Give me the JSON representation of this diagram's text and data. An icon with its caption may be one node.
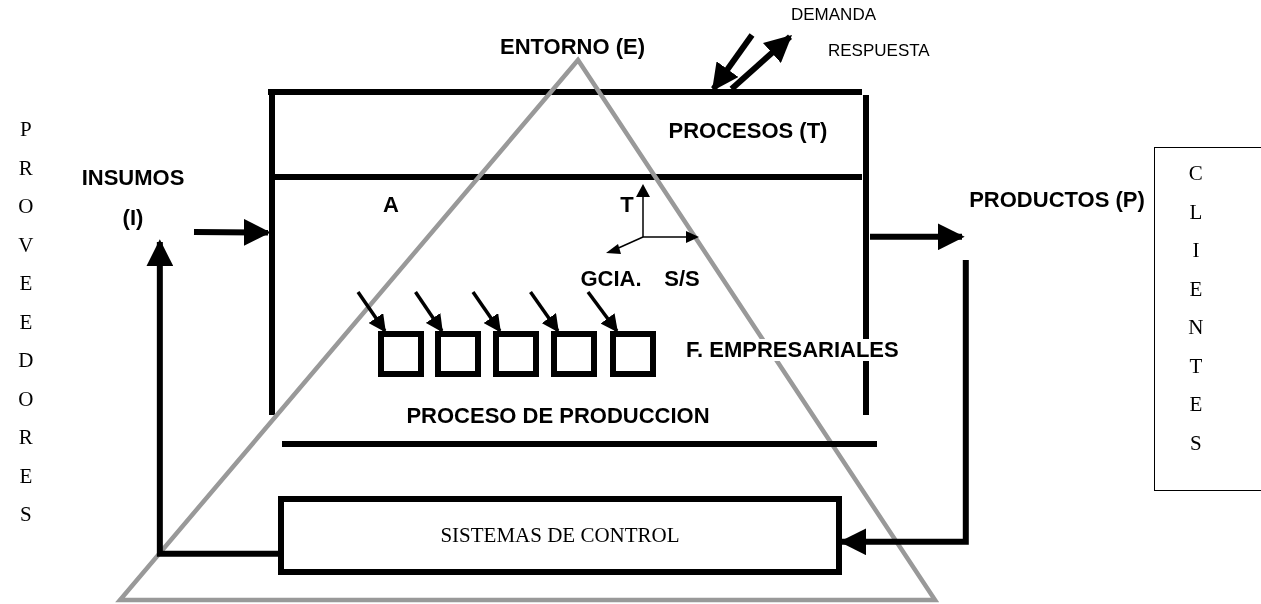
{
  "diagram": {
    "nodes": [
      {
        "text": [
          "PROVEEDORES"
        ]
      },
      {
        "text": [
          "INSUMOS (I)"
        ]
      },
      {
        "text": [
          "PROCESOS (T)",
          "A",
          "T",
          "GCIA.",
          "S/S",
          "PROCESO DE PRODUCCION"
        ]
      },
      {
        "text": [],
        "shape": "box",
        "in": 2
      },
      {
        "text": [],
        "shape": "box",
        "in": 2
      },
      {
        "text": [],
        "shape": "box",
        "in": 2
      },
      {
        "text": [],
        "shape": "box",
        "in": 2
      },
      {
        "text": [],
        "shape": "box",
        "in": 2
      },
      {
        "text": [
          "PRODUCTOS (P)"
        ]
      },
      {
        "text": [
          "CLIENTES"
        ]
      },
      {
        "text": [
          "SISTEMAS DE CONTROL"
        ]
      },
      {
        "text": [
          "DEMANDA",
          "RESPUESTA"
        ]
      }
    ],
    "edges": [
      {
        "from": 1,
        "to": 2,
        "arrow": "to"
      },
      {
        "from": 2,
        "to": 8,
        "arrow": "to"
      },
      {
        "from": 8,
        "to": 10,
        "arrow": "to"
      },
      {
        "from": 10,
        "to": 1,
        "arrow": "to"
      },
      {
        "from": null,
        "to": 2,
        "arrow": "to"
      },
      {
        "from": 2,
        "to": 11,
        "arrow": "to"
      },
      {
        "from": null,
        "to": 3,
        "arrow": "to"
      },
      {
        "from": null,
        "to": 4,
        "arrow": "to"
      },
      {
        "from": null,
        "to": 5,
        "arrow": "to"
      },
      {
        "from": null,
        "to": 6,
        "arrow": "to"
      },
      {
        "from": null,
        "to": 7,
        "arrow": "to"
      }
    ],
    "labels": [
      "ENTORNO (E)",
      "F. EMPRESARIALES"
    ]
  }
}
